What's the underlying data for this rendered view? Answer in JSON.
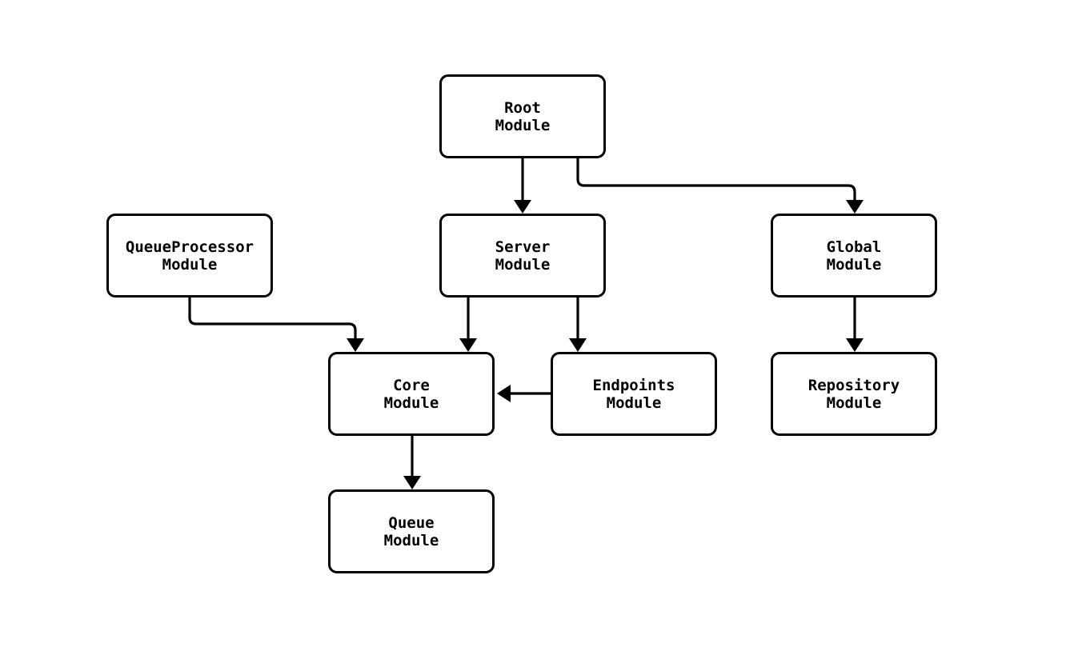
{
  "diagram": {
    "type": "module-dependency-graph",
    "background_color": "#ffffff",
    "stroke_color": "#000000",
    "text_color": "#000000",
    "nodes": [
      {
        "id": "root",
        "label": "Root\nModule"
      },
      {
        "id": "queueprocessor",
        "label": "QueueProcessor\nModule"
      },
      {
        "id": "server",
        "label": "Server\nModule"
      },
      {
        "id": "global",
        "label": "Global\nModule"
      },
      {
        "id": "core",
        "label": "Core\nModule"
      },
      {
        "id": "endpoints",
        "label": "Endpoints\nModule"
      },
      {
        "id": "repository",
        "label": "Repository\nModule"
      },
      {
        "id": "queue",
        "label": "Queue\nModule"
      }
    ],
    "edges": [
      {
        "from": "Root Module",
        "to": "Server Module"
      },
      {
        "from": "Root Module",
        "to": "Global Module"
      },
      {
        "from": "QueueProcessor Module",
        "to": "Core Module"
      },
      {
        "from": "Server Module",
        "to": "Core Module"
      },
      {
        "from": "Server Module",
        "to": "Endpoints Module"
      },
      {
        "from": "Endpoints Module",
        "to": "Core Module"
      },
      {
        "from": "Global Module",
        "to": "Repository Module"
      },
      {
        "from": "Core Module",
        "to": "Queue Module"
      }
    ]
  }
}
